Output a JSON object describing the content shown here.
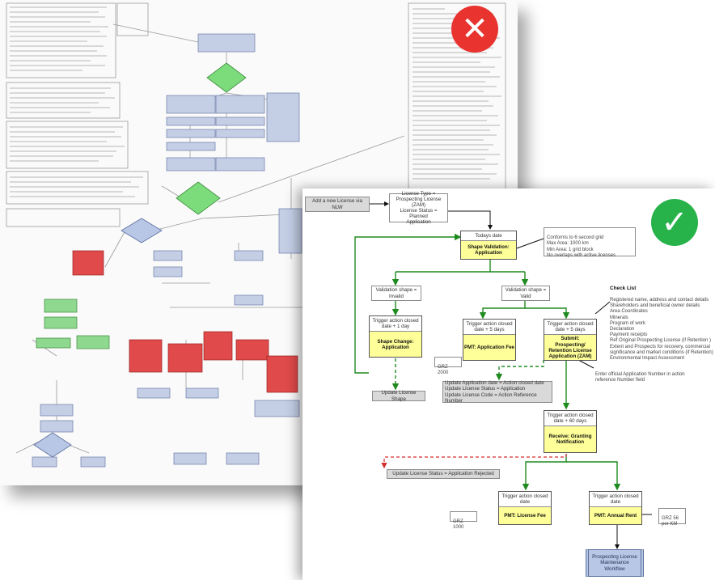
{
  "badges": {
    "reject_glyph": "✕",
    "accept_glyph": "✓",
    "reject_color": "#e8332f",
    "accept_color": "#27b24a"
  },
  "colors": {
    "flow_green": "#1f8a1f",
    "flow_red": "#d62c2c",
    "task_yellow": "#ffff99",
    "subprocess_blue": "#b8c7e6",
    "status_gray": "#d9d9d9"
  },
  "workflow": {
    "start": "Add a new License via NLW",
    "initial_state": "License Type = Prospecting License\n(ZAM)\nLicense Status = Planned\nApplication",
    "shape_validation": {
      "header": "Todays date",
      "title": "Shape Validation:\nApplication"
    },
    "validation_rules": "Conforms to 6 second grid\nMax Area: 1000 km\nMin Area: 1 grid block\nNo overlaps with active licenses",
    "invalid_shape": "Validation shape =\nInvalid",
    "valid_shape": "Validation shape =\nValid",
    "shape_change": {
      "header": "Trigger action closed\ndate + 1 day",
      "title": "Shape Change:\nApplication"
    },
    "update_license_shape": "Update License Shape",
    "pmt_application_fee": {
      "header": "Trigger action closed\ndate + 5 days",
      "title": "PMT: Application Fee"
    },
    "grz_application_fee": "GRZ 2000",
    "submit_application": {
      "header": "Trigger action closed\ndate + 5 days",
      "title": "Submit: Prospecting/\nRetention License\nApplication (ZAM)"
    },
    "checklist": {
      "title": "Check List",
      "items": "Registered name, address and contact details\nShareholders and beneficial owner details\nArea Coordinates\nMinerals\nProgram of work\nDeclaration\nPayment receipts\nRef Original Prospecting License (if Retention )\nExtent and Prospects for recovery, commercial\nsignificance and market conditions (if Retention)\nEnvironmental Impact Assessment"
    },
    "reference_note": "Enter official Application Number in action\nreference Number field",
    "update_application": "Update Application date = Action closed date\nUpdate License Status = Application\nUpdate License Code = Action Reference Number",
    "granting_notification": {
      "header": "Trigger action closed\ndate + 60 days",
      "title": "Receive: Granting\nNotification"
    },
    "rejected_status": "Update License Status = Application Rejected",
    "pmt_license_fee": {
      "header": "Trigger action closed\ndate",
      "title": "PMT: License Fee"
    },
    "grz_license_fee": "GRZ 1000",
    "pmt_annual_rent": {
      "header": "Trigger action closed\ndate",
      "title": "PMT: Annual Rent"
    },
    "grz_annual_rent": "GRZ 56\nper KM",
    "maintenance_workflow": "Prospecting License\nMaintenance Workflow"
  }
}
